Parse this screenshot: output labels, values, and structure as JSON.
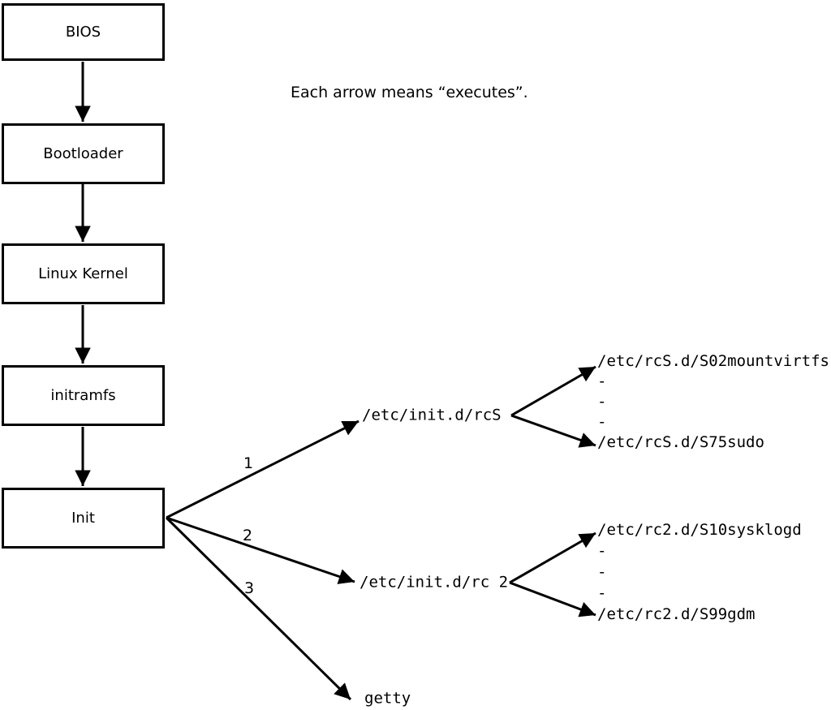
{
  "caption": "Each arrow means “executes”.",
  "nodes": [
    "BIOS",
    "Bootloader",
    "Linux Kernel",
    "initramfs",
    "Init"
  ],
  "branch_labels": [
    "1",
    "2",
    "3"
  ],
  "targets": {
    "rcs": "/etc/init.d/rcS",
    "rc2": "/etc/init.d/rc 2",
    "getty": "getty"
  },
  "rcs_children": [
    "/etc/rcS.d/S02mountvirtfs",
    "-",
    "-",
    "-",
    "/etc/rcS.d/S75sudo"
  ],
  "rc2_children": [
    "/etc/rc2.d/S10sysklogd",
    "-",
    "-",
    "-",
    "/etc/rc2.d/S99gdm"
  ],
  "colors": {
    "line": "#000000",
    "background": "#ffffff"
  }
}
